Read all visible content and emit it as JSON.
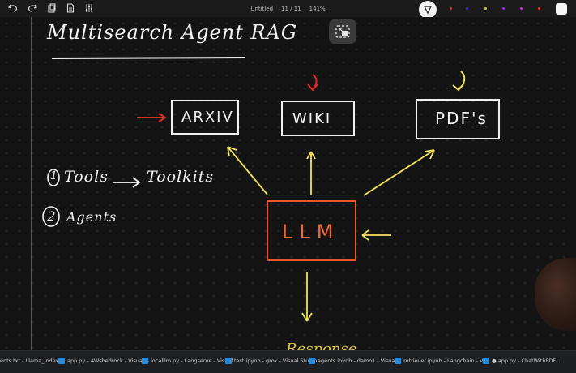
{
  "toolbar": {
    "title": "Untitled",
    "page": "11 / 11",
    "zoom": "141%",
    "icons": [
      "undo-icon",
      "redo-icon",
      "copy-icon",
      "document-icon",
      "sliders-icon",
      "pen-icon"
    ],
    "palette_colors": [
      "#e23a3a",
      "#3a3ad6",
      "#c8c83a",
      "#8a3ad6",
      "#c23ac2",
      "#e23a3a"
    ]
  },
  "canvas": {
    "heading": "Multisearch Agent RAG",
    "items": [
      {
        "number": "1",
        "text": "Tools",
        "target": "Toolkits"
      },
      {
        "number": "2",
        "text": "Agents"
      }
    ],
    "boxes": {
      "arxiv": "ARXIV",
      "wiki": "WIKI",
      "pdfs": "PDF's"
    },
    "llm": "LLM",
    "response_partial": "Response",
    "colors": {
      "ink": "#f1f1f1",
      "arrow_yellow": "#f2e35a",
      "arrow_red": "#e02a2a",
      "llm_orange": "#e8562c"
    }
  },
  "taskbar": {
    "items": [
      "ents.txt - Llama_index...",
      "app.py - AWsbedrock - Visual S...",
      "localllm.py - Langserve - Visual ...",
      "test.ipynb - grok - Visual Studio...",
      "agents.ipynb - demo1 - Visual ...",
      "retriever.ipynb - Langchain - Vi...",
      "● app.py - ChatWithPDF..."
    ]
  }
}
